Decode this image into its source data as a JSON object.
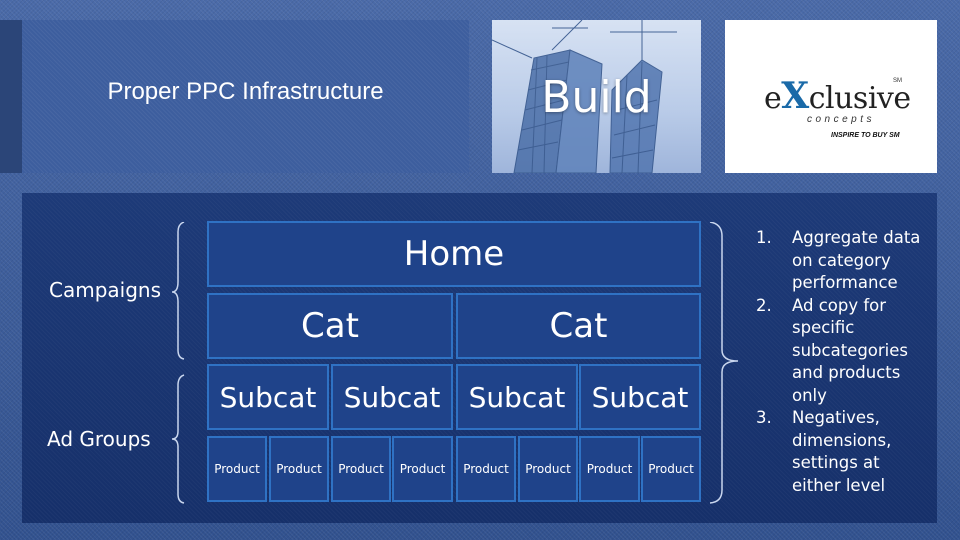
{
  "header": {
    "title": "Proper PPC Infrastructure",
    "build_label": "Build",
    "logo": {
      "prefix": "e",
      "x": "X",
      "rest": "clusive",
      "sm": "SM",
      "concepts": "concepts",
      "tagline": "INSPIRE TO BUY SM"
    }
  },
  "labels": {
    "campaigns": "Campaigns",
    "ad_groups": "Ad Groups"
  },
  "hierarchy": {
    "home": "Home",
    "cat_1": "Cat",
    "cat_2": "Cat",
    "subcats": [
      "Subcat",
      "Subcat",
      "Subcat",
      "Subcat"
    ],
    "products": [
      "Product",
      "Product",
      "Product",
      "Product",
      "Product",
      "Product",
      "Product",
      "Product"
    ]
  },
  "notes": [
    {
      "num": "1.",
      "text": "Aggregate data on category performance"
    },
    {
      "num": "2.",
      "text": "Ad copy for specific subcategories and products only"
    },
    {
      "num": "3.",
      "text": "Negatives, dimensions, settings at either level"
    }
  ],
  "colors": {
    "panel": "#1d3a78",
    "box_fill": "#1f438a",
    "box_border": "#2f72c4",
    "logo_accent": "#1a6aa8"
  }
}
